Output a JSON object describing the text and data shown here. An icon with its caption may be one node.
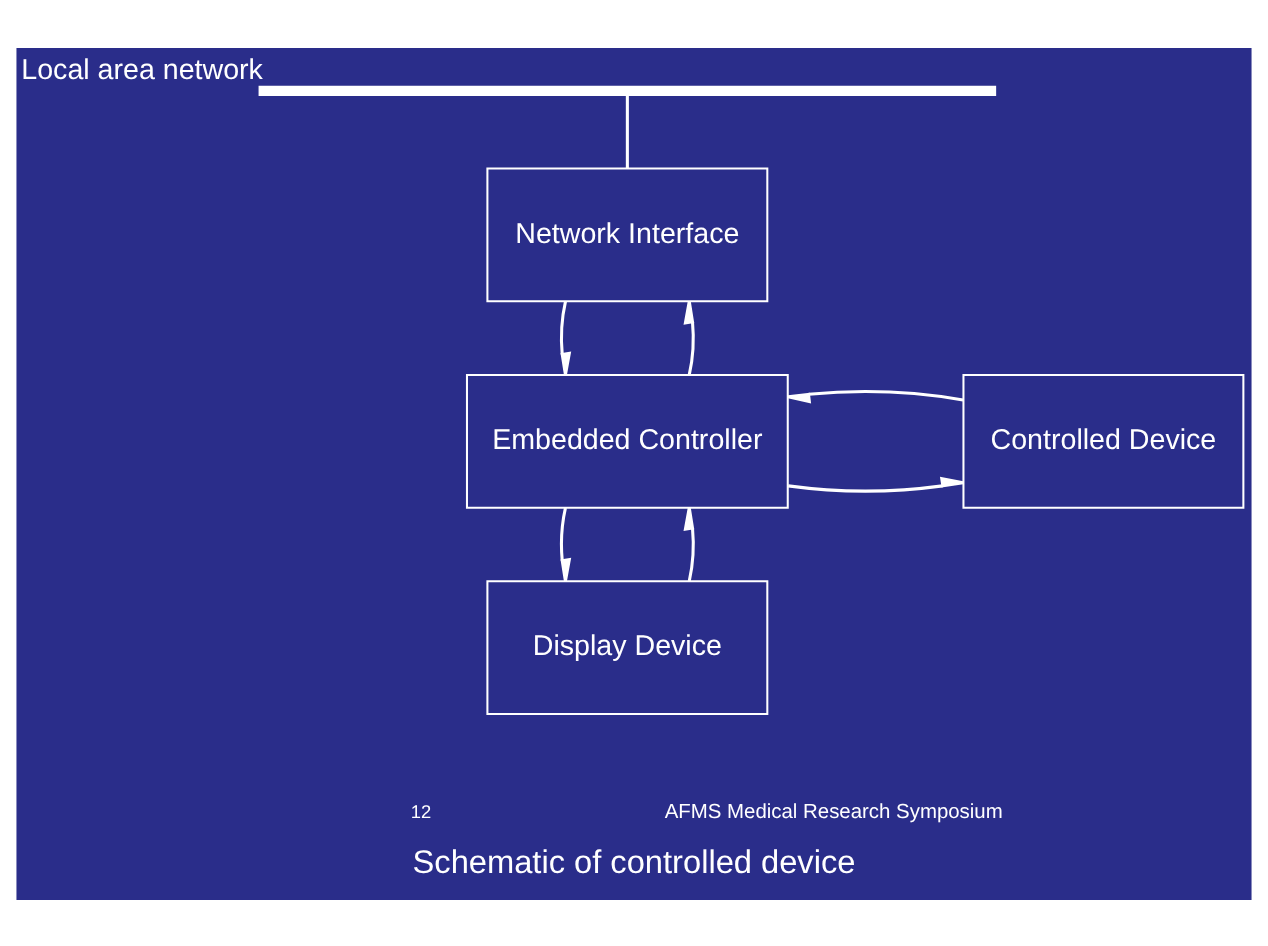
{
  "diagram": {
    "caption": "Schematic of controlled device",
    "nodes": [
      {
        "text": [],
        "shape": "bar",
        "beside": [
          "Local area network"
        ]
      },
      {
        "text": [
          "Network Interface"
        ]
      },
      {
        "text": [
          "Embedded Controller"
        ]
      },
      {
        "text": [
          "Controlled Device"
        ]
      },
      {
        "text": [
          "Display Device"
        ]
      }
    ],
    "edges": [
      {
        "from": 0,
        "to": 1,
        "arrow": "none"
      },
      {
        "from": 1,
        "to": 2,
        "arrow": "to"
      },
      {
        "from": 2,
        "to": 1,
        "arrow": "to"
      },
      {
        "from": 2,
        "to": 3,
        "arrow": "to"
      },
      {
        "from": 3,
        "to": 2,
        "arrow": "to"
      },
      {
        "from": 2,
        "to": 4,
        "arrow": "to"
      },
      {
        "from": 4,
        "to": 2,
        "arrow": "to"
      }
    ],
    "labels": [
      "12",
      "AFMS Medical Research Symposium"
    ]
  }
}
